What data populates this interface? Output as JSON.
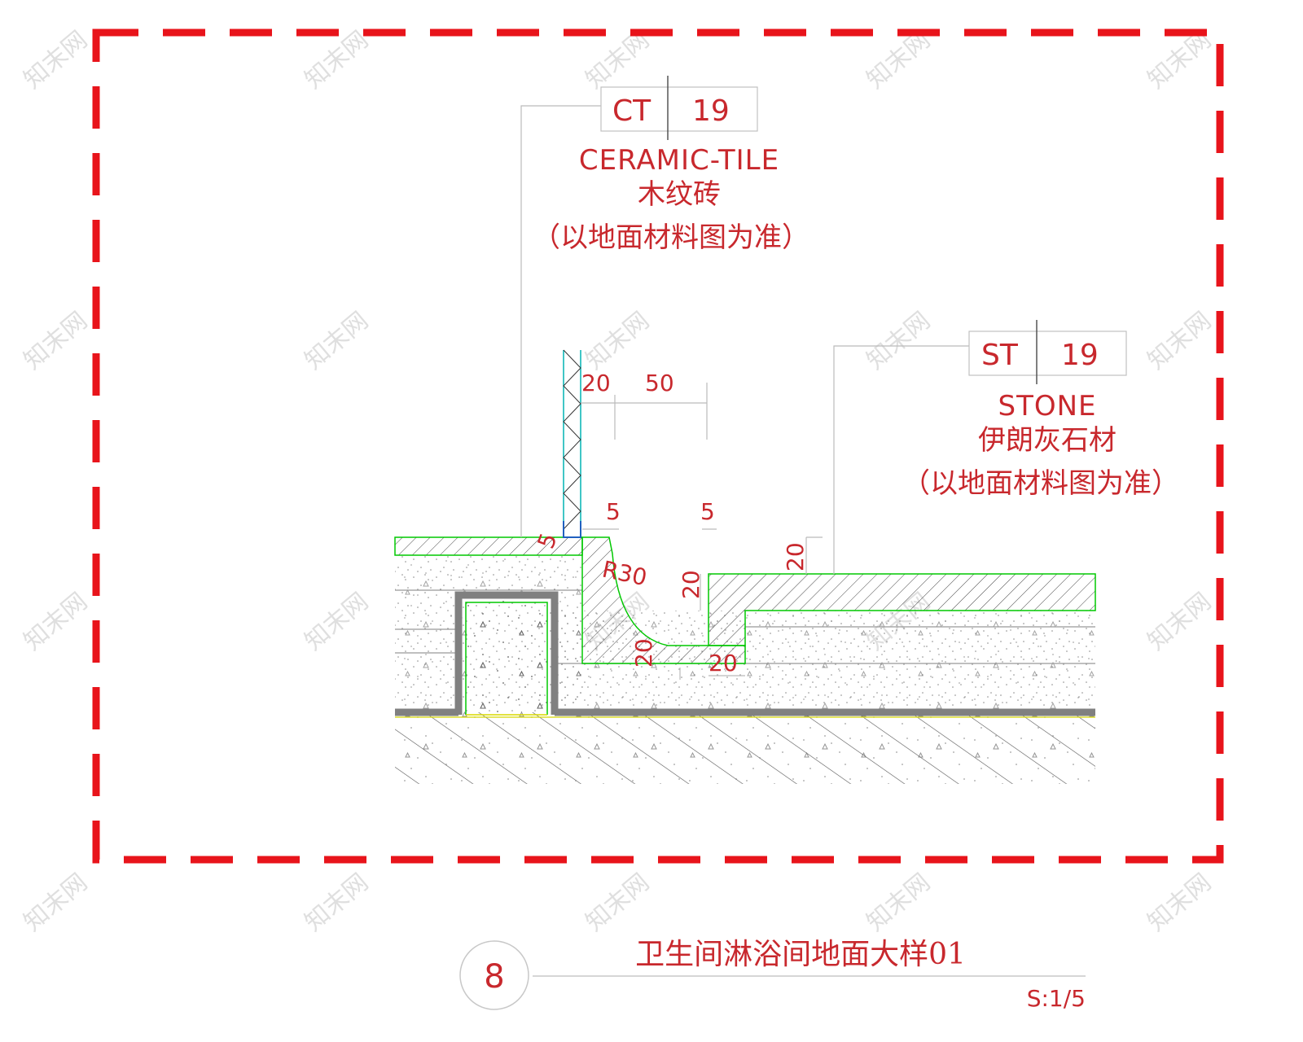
{
  "labels": {
    "ct_code": "CT",
    "ct_number": "19",
    "ct_name_en": "CERAMIC-TILE",
    "ct_name_cn": "木纹砖",
    "ct_note": "（以地面材料图为准）",
    "st_code": "ST",
    "st_number": "19",
    "st_name_en": "STONE",
    "st_name_cn": "伊朗灰石材",
    "st_note": "（以地面材料图为准）"
  },
  "dimensions": {
    "top_20": "20",
    "top_50": "50",
    "left_5": "5",
    "right_5": "5",
    "wall_5": "5",
    "radius": "R30",
    "right_20": "20",
    "step_20": "20",
    "lower_20": "20",
    "bottom_20": "20"
  },
  "title": {
    "number": "8",
    "text": "卫生间淋浴间地面大样01",
    "scale": "S:1/5"
  },
  "watermark": "知末网",
  "colors": {
    "frame": "#e8141b",
    "annotation": "#c8282d",
    "outline": "#00c800",
    "cyan": "#00b4b4",
    "membrane": "#808080"
  }
}
